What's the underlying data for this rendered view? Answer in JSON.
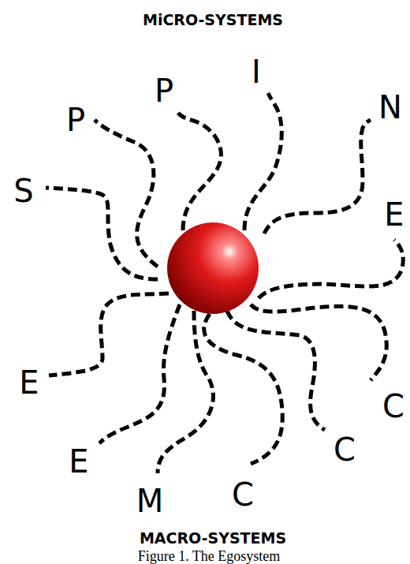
{
  "diagram": {
    "title": "MiCRO-SYSTEMS",
    "caption": "Figure 1. The Egosystem",
    "labels": [
      "I",
      "P",
      "N",
      "P",
      "S",
      "E",
      "E",
      "C",
      "C",
      "E",
      "C",
      "M",
      "MACRO-SYSTEMS"
    ]
  }
}
